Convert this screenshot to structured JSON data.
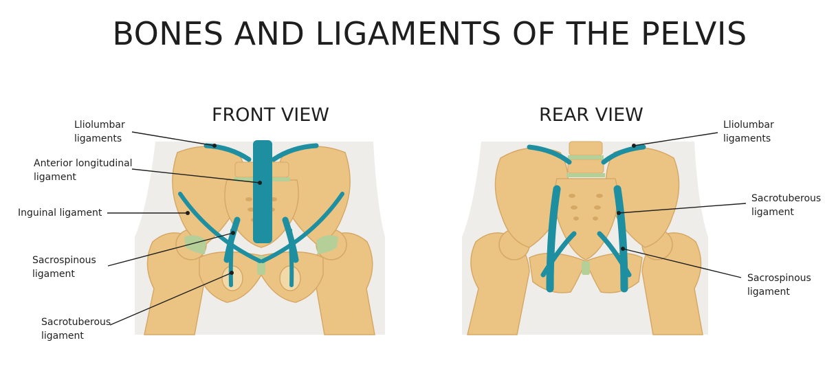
{
  "title": "BONES AND LIGAMENTS OF THE PELVIS",
  "views": {
    "front": {
      "title": "FRONT VIEW",
      "labels": {
        "iliolumbar": [
          "Lliolumbar",
          "ligaments"
        ],
        "anterior_longitudinal": [
          "Anterior longitudinal",
          "ligament"
        ],
        "inguinal": [
          "Inguinal ligament"
        ],
        "sacrospinous": [
          "Sacrospinous",
          "ligament"
        ],
        "sacrotuberous": [
          "Sacrotuberous",
          "ligament"
        ]
      }
    },
    "rear": {
      "title": "REAR VIEW",
      "labels": {
        "iliolumbar": [
          "Lliolumbar",
          "ligaments"
        ],
        "sacrotuberous": [
          "Sacrotuberous",
          "ligament"
        ],
        "sacrospinous": [
          "Sacrospinous",
          "ligament"
        ]
      }
    }
  },
  "colors": {
    "bone": "#ebc483",
    "bone_shadow": "#d6a866",
    "ligament": "#1e8fa0",
    "cartilage": "#b5cf98",
    "body_silhouette": "#efedea"
  }
}
